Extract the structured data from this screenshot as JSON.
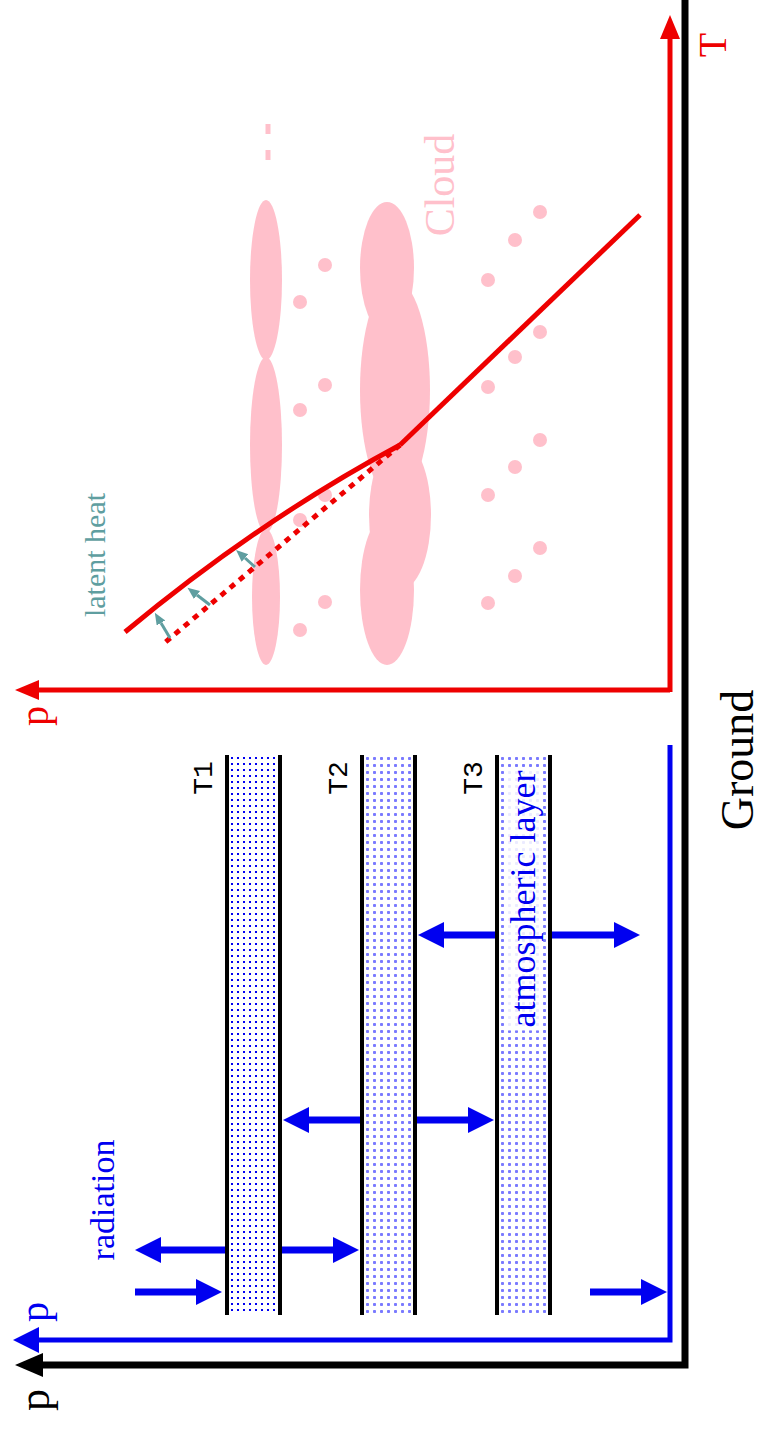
{
  "diagram": {
    "nodes": [
      {
        "text": [
          "T1"
        ]
      },
      {
        "text": [
          "T2"
        ]
      },
      {
        "text": [
          "T3",
          "atmospheric layer"
        ]
      }
    ],
    "edges": [
      {
        "from": 0,
        "to": 1,
        "arrow": "to"
      },
      {
        "from": 1,
        "to": 0,
        "arrow": "to"
      },
      {
        "from": 1,
        "to": 2,
        "arrow": "to"
      },
      {
        "from": 2,
        "to": 1,
        "arrow": "to"
      }
    ],
    "labels": [
      "p",
      "p",
      "radiation",
      "latent heat",
      "p",
      "T",
      "Cloud",
      "Ground"
    ]
  }
}
